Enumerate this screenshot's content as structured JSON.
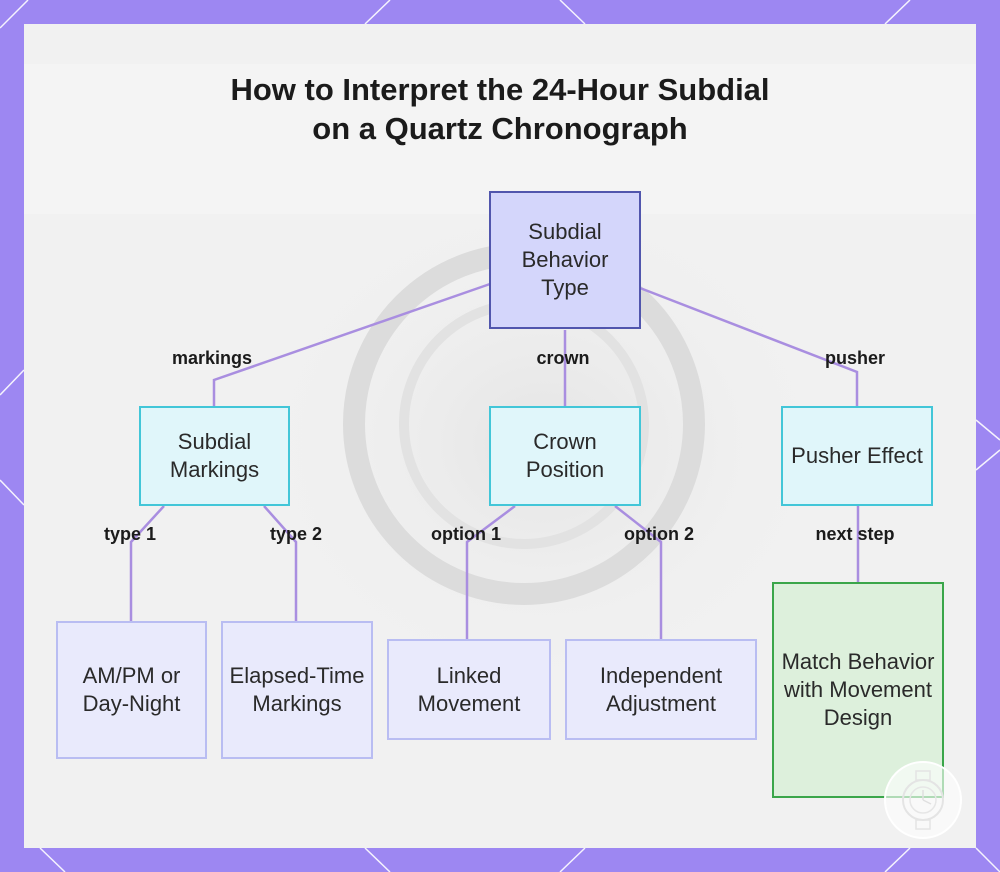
{
  "title": {
    "line1": "How to Interpret the 24-Hour Subdial",
    "line2": "on a Quartz Chronograph"
  },
  "nodes": {
    "root": "Subdial Behavior Type",
    "markings": "Subdial Markings",
    "crown": "Crown Position",
    "pusher": "Pusher Effect",
    "ampm": "AM/PM or Day-Night",
    "elapsed": "Elapsed-Time Markings",
    "linked": "Linked Movement",
    "independent": "Independent Adjustment",
    "match": "Match Behavior with Movement Design"
  },
  "edge_labels": {
    "markings": "markings",
    "crown": "crown",
    "pusher": "pusher",
    "type1": "type 1",
    "type2": "type 2",
    "option1": "option 1",
    "option2": "option 2",
    "next_step": "next step"
  },
  "colors": {
    "frame": "#9d87f2",
    "card": "#f1f1f1",
    "edge": "#a98ee0",
    "root_fill": "#d4d6fb",
    "root_border": "#5156ad",
    "mid_fill": "#e0f6fa",
    "mid_border": "#42c6d8",
    "leaf_fill": "#e9eafc",
    "leaf_border": "#b9bdf2",
    "final_fill": "#ddf0dc",
    "final_border": "#3aa64a"
  }
}
